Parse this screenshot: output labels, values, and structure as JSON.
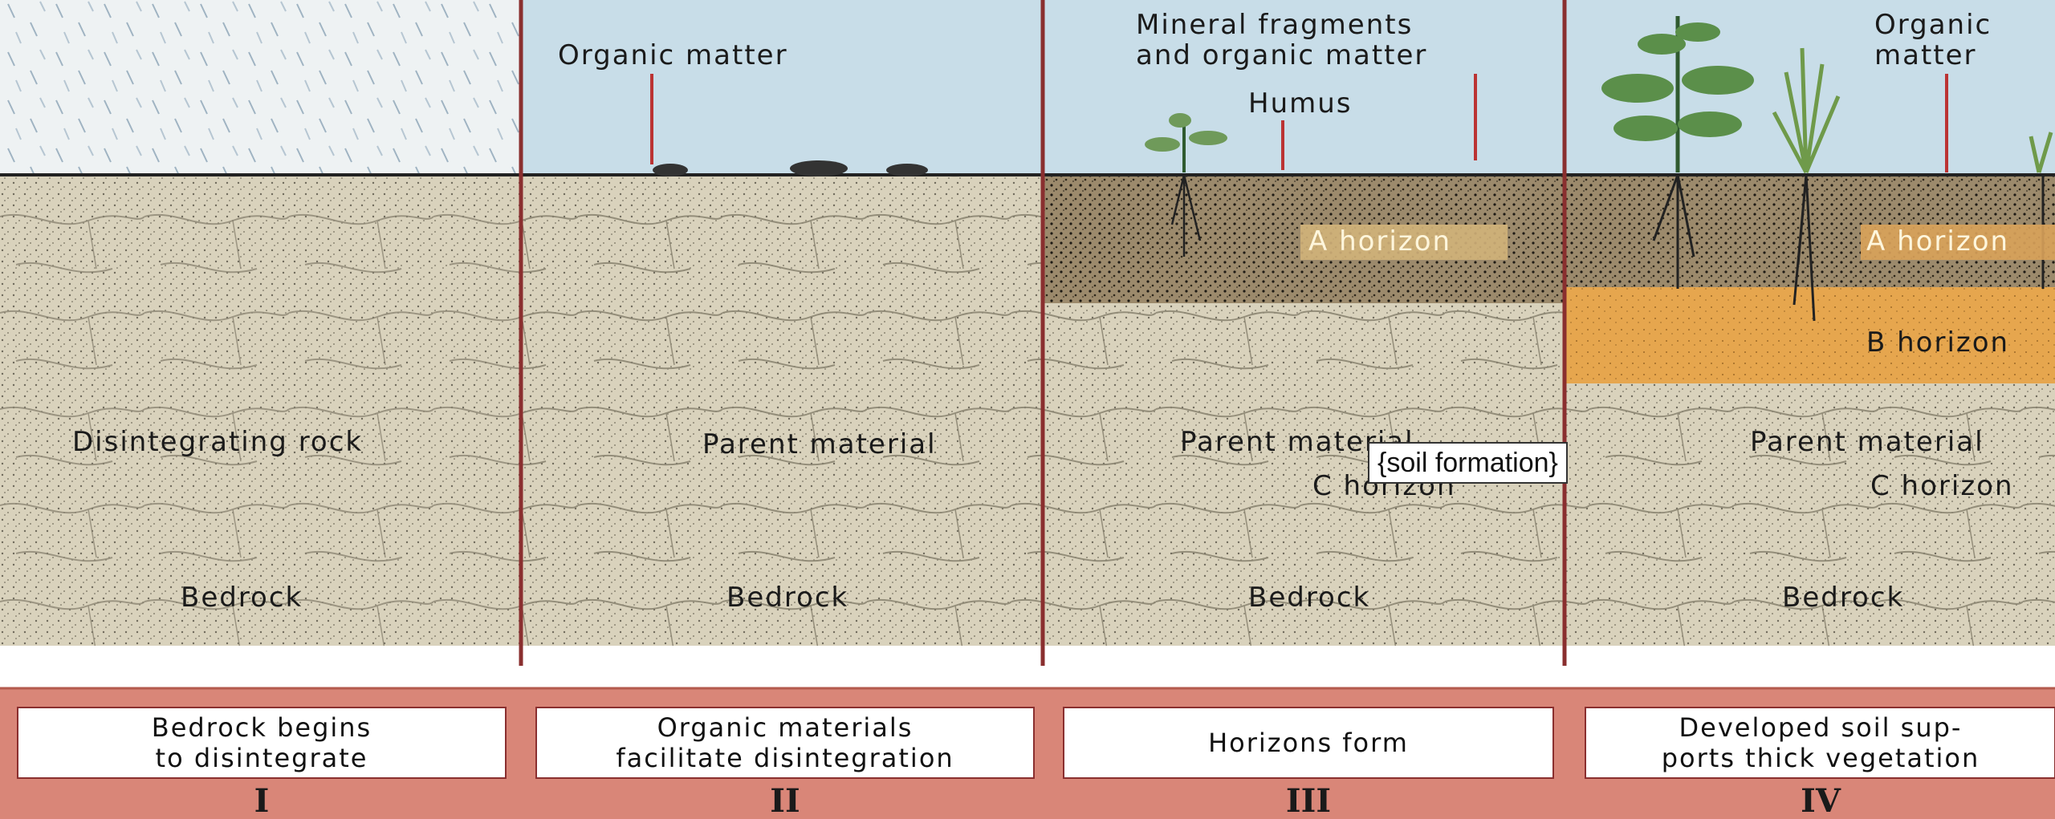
{
  "panels": [
    {
      "labels": {
        "top": "",
        "top2": "",
        "mid": "",
        "rock": "Disintegrating rock",
        "bedrock": "Bedrock"
      },
      "caption": [
        "Bedrock begins",
        "to disintegrate"
      ],
      "roman": "I"
    },
    {
      "labels": {
        "top": "Organic matter",
        "rock": "Parent material",
        "bedrock": "Bedrock"
      },
      "caption": [
        "Organic materials",
        "facilitate disintegration"
      ],
      "roman": "II"
    },
    {
      "labels": {
        "top": "Mineral fragments",
        "top2": "and organic matter",
        "humus": "Humus",
        "a": "A horizon",
        "parent": "Parent material",
        "c": "C horizon",
        "bedrock": "Bedrock"
      },
      "caption": [
        "Horizons form"
      ],
      "roman": "III"
    },
    {
      "labels": {
        "top": "Organic",
        "top2": "matter",
        "a": "A horizon",
        "b": "B horizon",
        "parent": "Parent material",
        "c": "C horizon",
        "bedrock": "Bedrock"
      },
      "caption": [
        "Developed soil sup-",
        "ports thick vegetation"
      ],
      "roman": "IV"
    }
  ],
  "tooltip": "{soil formation}",
  "colors": {
    "sky": "#c8dde8",
    "rain_sky": "#eef2f3",
    "rock": "#d8d1bb",
    "soil_dark": "#8f7e63",
    "b_horizon": "#e6a64e",
    "band": "#d98678",
    "divider": "#8a2f2f"
  }
}
